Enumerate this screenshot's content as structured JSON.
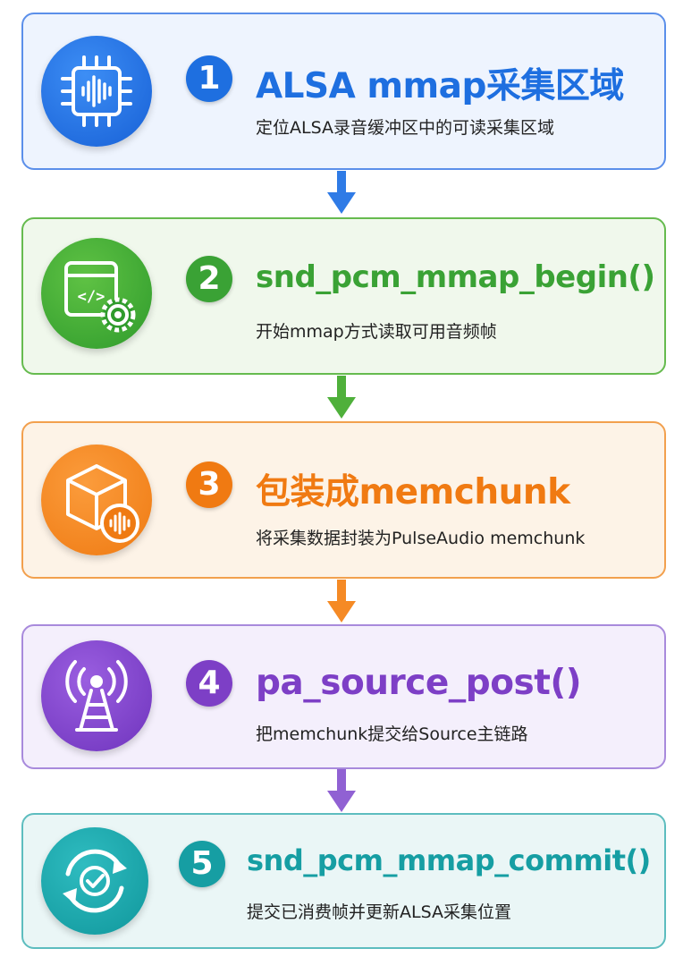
{
  "colors": {
    "step1": "#1e6fe0",
    "step2": "#3aa235",
    "step3": "#f07a12",
    "step4": "#7d3fc6",
    "step5": "#169ea3"
  },
  "steps": [
    {
      "number": "1",
      "title": "ALSA mmap采集区域",
      "description": "定位ALSA录音缓冲区中的可读采集区域",
      "icon": "cpu-waveform-icon"
    },
    {
      "number": "2",
      "title": "snd_pcm_mmap_begin()",
      "description": "开始mmap方式读取可用音频帧",
      "icon": "code-window-gear-icon"
    },
    {
      "number": "3",
      "title": "包装成memchunk",
      "description": "将采集数据封装为PulseAudio memchunk",
      "icon": "box-waveform-icon"
    },
    {
      "number": "4",
      "title": "pa_source_post()",
      "description": "把memchunk提交给Source主链路",
      "icon": "broadcast-tower-icon"
    },
    {
      "number": "5",
      "title": "snd_pcm_mmap_commit()",
      "description": "提交已消费帧并更新ALSA采集位置",
      "icon": "sync-check-icon"
    }
  ]
}
